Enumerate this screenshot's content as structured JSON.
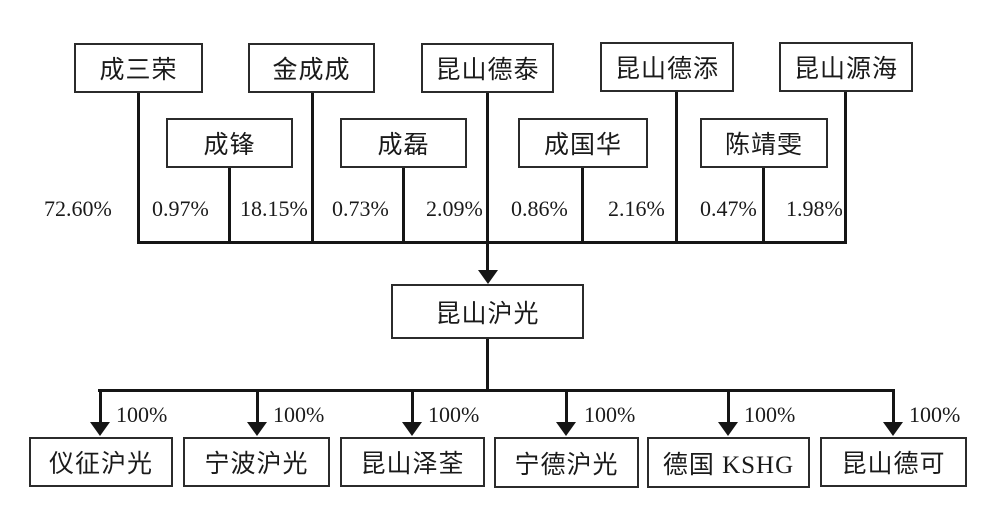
{
  "chart": {
    "type": "equity-ownership-structure-diagram",
    "ink_color": "#1a1a1a",
    "row1_boxes": [
      "成三荣",
      "金成成",
      "昆山德泰",
      "昆山德添",
      "昆山源海"
    ],
    "row2_boxes": [
      "成锋",
      "成磊",
      "成国华",
      "陈靖雯"
    ],
    "ownership_percentages": [
      "72.60%",
      "0.97%",
      "18.15%",
      "0.73%",
      "2.09%",
      "0.86%",
      "2.16%",
      "0.47%",
      "1.98%"
    ],
    "company": "昆山沪光",
    "subsidiaries": [
      {
        "name": "仪征沪光",
        "ownership": "100%"
      },
      {
        "name": "宁波沪光",
        "ownership": "100%"
      },
      {
        "name": "昆山泽荃",
        "ownership": "100%"
      },
      {
        "name": "宁德沪光",
        "ownership": "100%"
      },
      {
        "name": "德国 KSHG",
        "ownership": "100%"
      },
      {
        "name": "昆山德可",
        "ownership": "100%"
      }
    ]
  }
}
